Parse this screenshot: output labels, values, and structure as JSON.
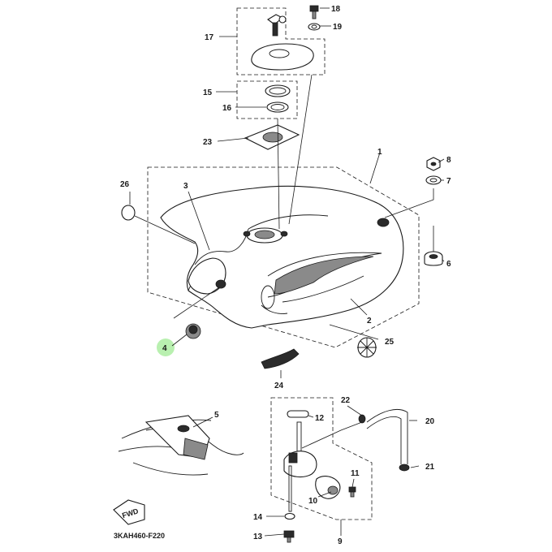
{
  "diagram": {
    "drawing_code": "3KAH460-F220",
    "fwd_label": "FWD",
    "highlight_color": "#b9f0b0",
    "callouts": {
      "p1": "1",
      "p2": "2",
      "p3": "3",
      "p4": "4",
      "p5": "5",
      "p6": "6",
      "p7": "7",
      "p8": "8",
      "p9": "9",
      "p10": "10",
      "p11": "11",
      "p12": "12",
      "p13": "13",
      "p14": "14",
      "p15": "15",
      "p16": "16",
      "p17": "17",
      "p18": "18",
      "p19": "19",
      "p20": "20",
      "p21": "21",
      "p22": "22",
      "p23": "23",
      "p24": "24",
      "p25": "25",
      "p26": "26"
    }
  }
}
